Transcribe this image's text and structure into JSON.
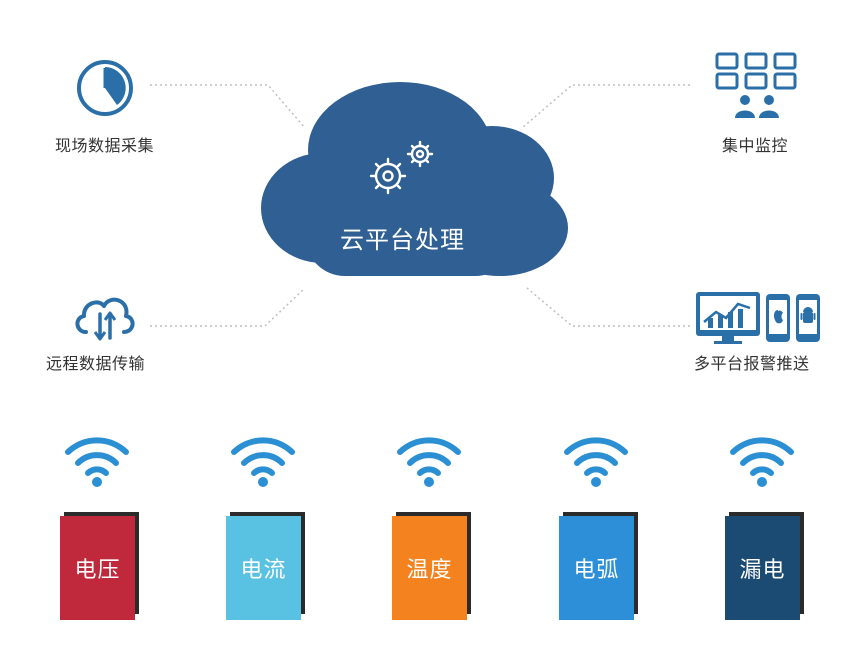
{
  "cloud": {
    "title": "云平台处理",
    "color": "#2f5f93"
  },
  "features": {
    "field_collection": {
      "label": "现场数据采集",
      "icon": "clock-icon"
    },
    "remote_transfer": {
      "label": "远程数据传输",
      "icon": "cloud-transfer-icon"
    },
    "central_monitor": {
      "label": "集中监控",
      "icon": "monitor-grid-icon"
    },
    "alarm_push": {
      "label": "多平台报警推送",
      "icon": "multi-device-icon"
    }
  },
  "sensors": [
    {
      "label": "电压",
      "color": "#c0293b"
    },
    {
      "label": "电流",
      "color": "#59c2e3"
    },
    {
      "label": "温度",
      "color": "#f4821f"
    },
    {
      "label": "电弧",
      "color": "#2d8fd8"
    },
    {
      "label": "漏电",
      "color": "#1b4a73"
    }
  ],
  "colors": {
    "icon_blue": "#2b6fa9",
    "wifi_blue": "#2a8fd3",
    "connector_gray": "#bfbfbf"
  }
}
